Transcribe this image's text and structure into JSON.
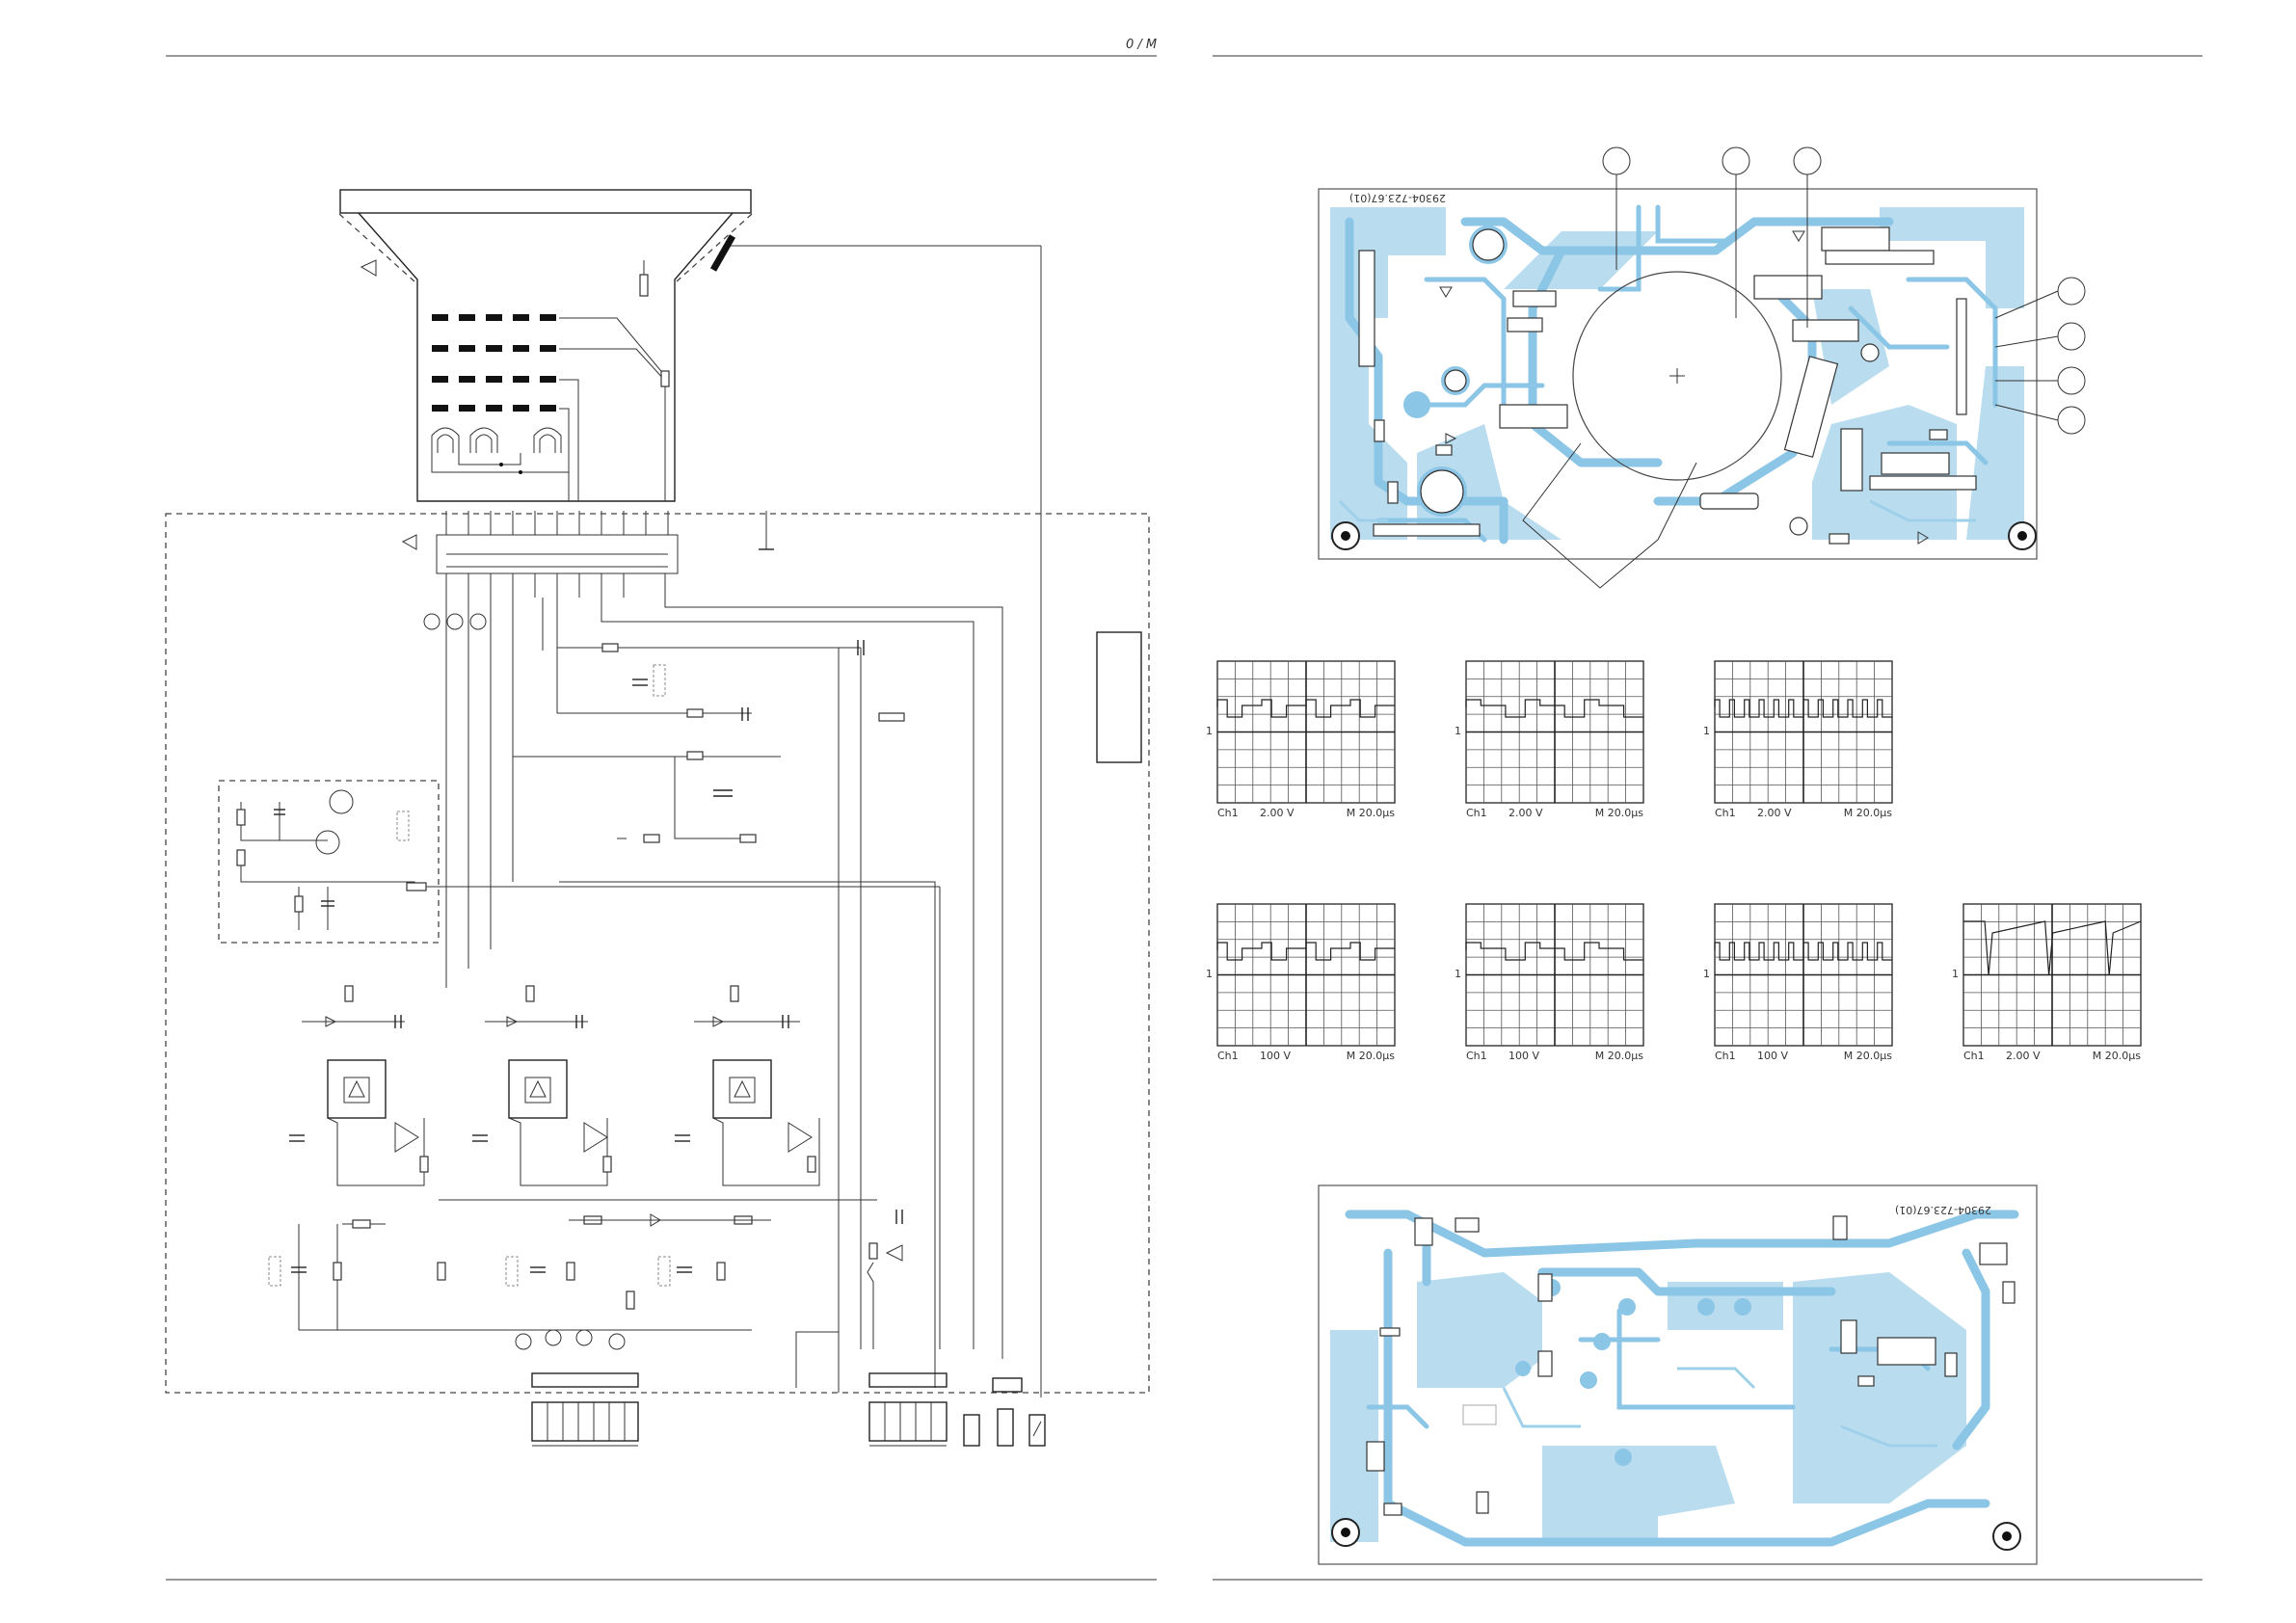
{
  "header": {
    "page_mark": "0 / M"
  },
  "scopes": [
    {
      "ch": "Ch1",
      "volt": "2.00 V",
      "time": "M 20.0µs",
      "pattern": "pulse",
      "marker": "1"
    },
    {
      "ch": "Ch1",
      "volt": "2.00 V",
      "time": "M 20.0µs",
      "pattern": "pulse2",
      "marker": "1"
    },
    {
      "ch": "Ch1",
      "volt": "2.00 V",
      "time": "M 20.0µs",
      "pattern": "fast",
      "marker": "1"
    },
    {
      "ch": "Ch1",
      "volt": "100 V",
      "time": "M 20.0µs",
      "pattern": "pulse",
      "marker": "1"
    },
    {
      "ch": "Ch1",
      "volt": "100 V",
      "time": "M 20.0µs",
      "pattern": "pulse2",
      "marker": "1"
    },
    {
      "ch": "Ch1",
      "volt": "100 V",
      "time": "M 20.0µs",
      "pattern": "fast",
      "marker": "1"
    },
    {
      "ch": "Ch1",
      "volt": "2.00 V",
      "time": "M 20.0µs",
      "pattern": "spike",
      "marker": "1"
    }
  ],
  "pcb_top": {
    "board_label": "29304-723.67(01)"
  },
  "pcb_bottom": {
    "board_label": "29304-723.67(01)"
  }
}
